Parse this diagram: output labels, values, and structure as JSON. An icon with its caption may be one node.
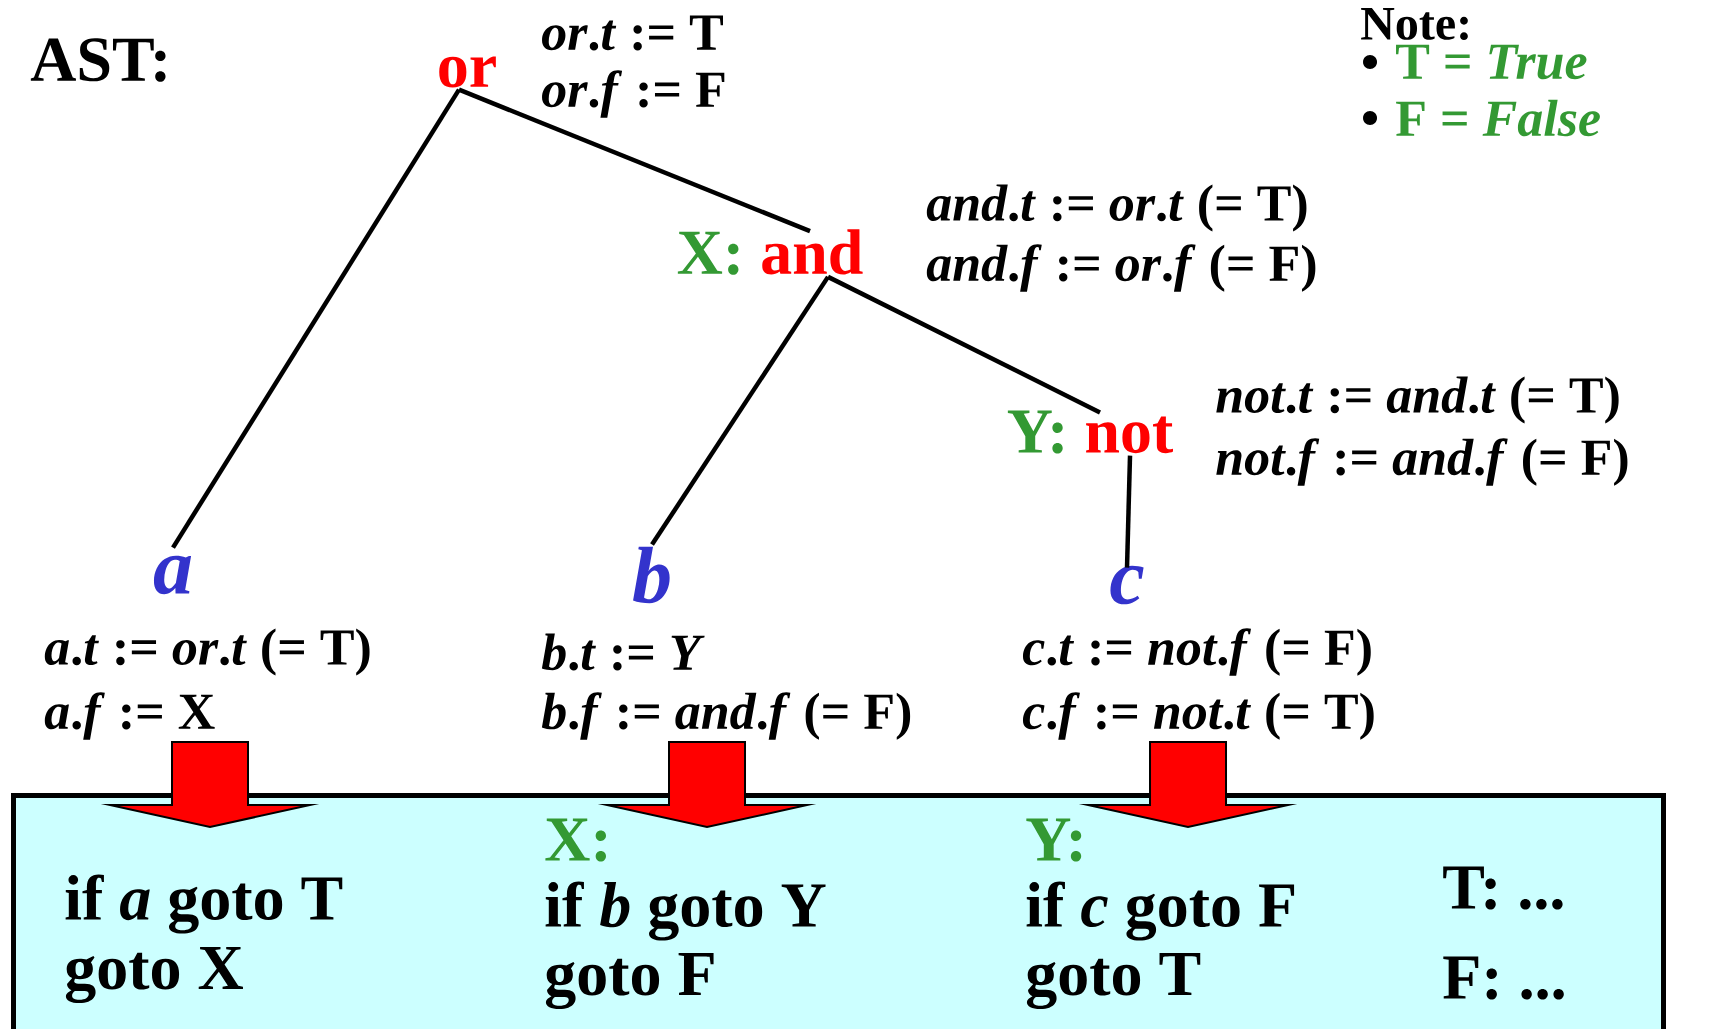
{
  "diagram": {
    "nodes": [
      {
        "text": [
          "or"
        ],
        "beside": [
          "*or*.*t* := T",
          "*or*.*f* := F"
        ]
      },
      {
        "text": [
          "X:",
          "and"
        ],
        "beside": [
          "*and*.*t* := *or*.*t* (= T)",
          "*and*.*f* := *or*.*f* (= F)"
        ]
      },
      {
        "text": [
          "Y:",
          "not"
        ],
        "beside": [
          "*not*.*t* := *and*.*t* (= T)",
          "*not*.*f* := *and*.*f* (= F)"
        ]
      },
      {
        "text": [
          "a"
        ],
        "beside": [
          "*a*.*t* := *or*.*t* (= T)",
          "*a*.*f* := X"
        ]
      },
      {
        "text": [
          "b"
        ],
        "beside": [
          "*b*.*t* := *Y*",
          "*b*.*f* := *and*.*f* (= F)"
        ]
      },
      {
        "text": [
          "c"
        ],
        "beside": [
          "*c*.*t* := *not*.*f* (= F)",
          "*c*.*f* := *not*.*t* (= T)"
        ]
      },
      {
        "text": [
          "if *a* goto T",
          "goto X",
          "X:",
          "if *b* goto Y",
          "goto F",
          "Y:",
          "if *c* goto F",
          "goto T",
          "T: ...",
          "F: ..."
        ]
      }
    ],
    "edges": [
      {
        "from": 0,
        "to": 3,
        "arrow": "none"
      },
      {
        "from": 0,
        "to": 1,
        "arrow": "none"
      },
      {
        "from": 1,
        "to": 4,
        "arrow": "none"
      },
      {
        "from": 1,
        "to": 2,
        "arrow": "none"
      },
      {
        "from": 2,
        "to": 5,
        "arrow": "none"
      },
      {
        "from": 3,
        "to": 6,
        "arrow": "to",
        "style": "thick",
        "color": "#ff0000"
      },
      {
        "from": 4,
        "to": 6,
        "arrow": "to",
        "style": "thick",
        "color": "#ff0000"
      },
      {
        "from": 5,
        "to": 6,
        "arrow": "to",
        "style": "thick",
        "color": "#ff0000"
      }
    ],
    "labels": [
      "AST:",
      "Note:",
      "T = *True*",
      "F = *False*"
    ]
  }
}
